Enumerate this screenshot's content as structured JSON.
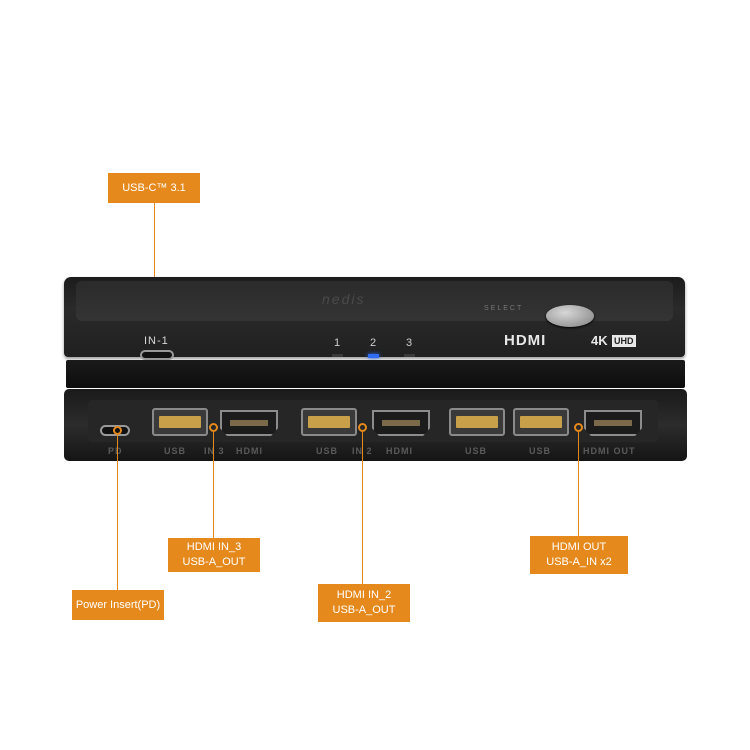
{
  "callouts": {
    "usb_c": "USB-C™ 3.1",
    "hdmi_in3": [
      "HDMI IN_3",
      "USB-A_OUT"
    ],
    "power": "Power Insert(PD)",
    "hdmi_in2": [
      "HDMI IN_2",
      "USB-A_OUT"
    ],
    "hdmi_out": [
      "HDMI OUT",
      "USB-A_IN x2"
    ]
  },
  "device": {
    "brand_logo": "nedis",
    "select_label": "SELECT",
    "hdmi_logo": "HDMI",
    "resolution_logo": "4K",
    "resolution_badge": "UHD",
    "front_port_label": "IN-1",
    "indicators": [
      "1",
      "2",
      "3"
    ],
    "active_indicator": "2",
    "rear_labels": [
      "PD",
      "USB",
      "IN 3",
      "HDMI",
      "USB",
      "IN 2",
      "HDMI",
      "USB",
      "USB",
      "HDMI OUT"
    ]
  },
  "colors": {
    "accent": "#e6891c",
    "led_active": "#2f6df5"
  }
}
